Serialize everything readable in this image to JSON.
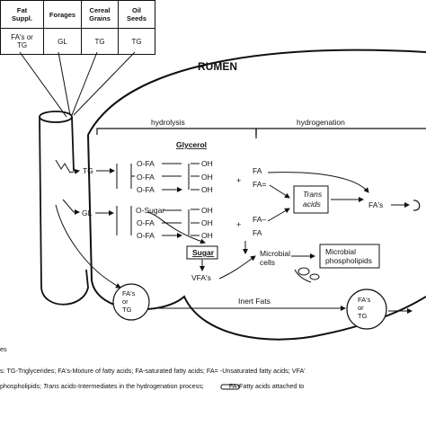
{
  "table": {
    "headers": [
      "Fat\nSuppl.",
      "Forages",
      "Cereal\nGrains",
      "Oil\nSeeds"
    ],
    "row": [
      "FA's or\nTG",
      "GL",
      "TG",
      "TG"
    ]
  },
  "labels": {
    "rumen": "RUMEN",
    "hydrolysis": "hydrolysis",
    "hydrogenation": "hydrogenation",
    "glycerol": "Glycerol",
    "tg": "TG",
    "gl": "GL",
    "ofa": "O-FA",
    "osugar": "O-Sugar",
    "oh": "OH",
    "fa": "FA",
    "fa_eq": "FA=",
    "fa_minus": "FA–",
    "plus": "+",
    "trans_acids": "Trans\nacids",
    "fas": "FA's",
    "sugar": "Sugar",
    "vfas": "VFA's",
    "microbial_cells": "Microbial\ncells",
    "microbial_phospholipids": "Microbial\nphospholipids",
    "inert_fats": "Inert Fats",
    "fas_or_tg": "FA's\nor\nTG"
  },
  "footnotes": {
    "line0": "es",
    "line1": "s: TG-Triglycerides; FA's-Mixture of fatty acids; FA-saturated fatty acids; FA= -Unsaturated fatty acids; VFA'",
    "line2_pre": "phospholipids; ",
    "line2_italic": "Trans",
    "line2_mid": " acids-Intermediates in the hydrogenation process;",
    "line2_post": "FA-Fatty acids attached to"
  }
}
